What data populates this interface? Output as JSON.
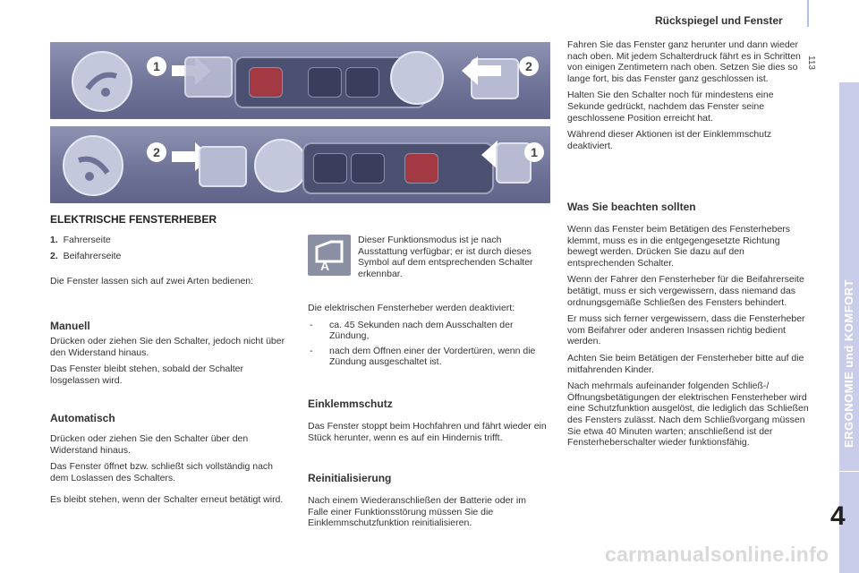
{
  "header": {
    "title": "Rückspiegel und Fenster",
    "page_number": "113"
  },
  "sidebar": {
    "chapter_title": "ERGONOMIE und KOMFORT",
    "chapter_number": "4"
  },
  "photo_labels": {
    "p1_left": "1",
    "p1_right": "2",
    "p2_left": "2",
    "p2_right": "1"
  },
  "main_heading": "ELEKTRISCHE FENSTERHEBER",
  "list": [
    {
      "num": "1.",
      "label": "Fahrerseite"
    },
    {
      "num": "2.",
      "label": "Beifahrerseite"
    }
  ],
  "intro": "Die Fenster lassen sich auf zwei Arten bedienen:",
  "manuell": {
    "heading": "Manuell",
    "p1": "Drücken oder ziehen Sie den Schalter, jedoch nicht über den Widerstand hinaus.",
    "p2": "Das Fenster bleibt stehen, sobald der Schalter losgelassen wird."
  },
  "automatisch": {
    "heading": "Automatisch",
    "p1": "Drücken oder ziehen Sie den Schalter über den Widerstand hinaus.",
    "p2": "Das Fenster öffnet bzw. schließt sich vollständig nach dem Loslassen des Schalters.",
    "p3": "Es bleibt stehen, wenn der Schalter erneut betätigt wird."
  },
  "mode_note": "Dieser Funktionsmodus ist je nach Ausstattung verfügbar; er ist durch dieses Symbol auf dem entsprechenden Schalter erkennbar.",
  "icon_letter": "A",
  "deactivation": {
    "intro": "Die elektrischen Fensterheber werden deaktiviert:",
    "items": [
      "ca. 45 Sekunden nach dem Ausschalten der Zündung,",
      "nach dem Öffnen einer der Vordertüren, wenn die Zündung ausgeschaltet ist."
    ]
  },
  "einklemmschutz": {
    "heading": "Einklemmschutz",
    "p1": "Das Fenster stoppt beim Hochfahren und fährt wieder ein Stück herunter, wenn es auf ein Hindernis trifft."
  },
  "reinitialisierung": {
    "heading": "Reinitialisierung",
    "p1": "Nach einem Wiederanschließen der Batterie oder im Falle einer Funktionsstörung müssen Sie die Einklemmschutzfunktion reinitialisieren."
  },
  "right_col": {
    "p1": "Fahren Sie das Fenster ganz herunter und dann wieder nach oben. Mit jedem Schalterdruck fährt es in Schritten von einigen Zentimetern nach oben. Setzen Sie dies so lange fort, bis das Fenster ganz geschlossen ist.",
    "p2": "Halten Sie den Schalter noch für mindestens eine Sekunde gedrückt, nachdem das Fenster seine geschlossene Position erreicht hat.",
    "p3": "Während dieser Aktionen ist der Einklemmschutz deaktiviert."
  },
  "beachten": {
    "heading": "Was Sie beachten sollten",
    "p1": "Wenn das Fenster beim Betätigen des Fensterhebers klemmt, muss es in die entgegengesetzte Richtung bewegt werden. Drücken Sie dazu auf den entsprechenden Schalter.",
    "p2": "Wenn der Fahrer den Fensterheber für die Beifahrerseite betätigt, muss er sich vergewissern, dass niemand das ordnungsgemäße Schließen des Fensters behindert.",
    "p3": "Er muss sich ferner vergewissern, dass die Fensterheber vom Beifahrer oder anderen Insassen richtig bedient werden.",
    "p4": "Achten Sie beim Betätigen der Fensterheber bitte auf die mitfahrenden Kinder.",
    "p5": "Nach mehrmals aufeinander folgenden Schließ-/ Öffnungsbetätigungen der elektrischen Fensterheber wird eine Schutzfunktion ausgelöst, die lediglich das Schließen des Fensters zulässt. Nach dem Schließvorgang müssen Sie etwa 40 Minuten warten; anschließend ist der Fensterheberschalter wieder funktionsfähig."
  },
  "watermark": "carmanualsonline.info"
}
